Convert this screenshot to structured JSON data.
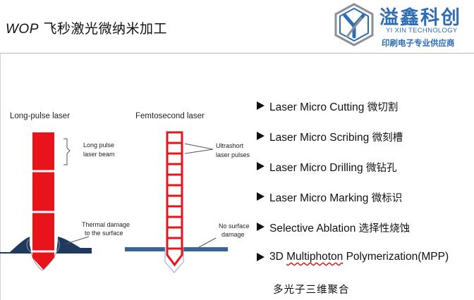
{
  "header": {
    "title_latin": "WOP",
    "title_cjk": "飞秒激光微纳米加工"
  },
  "brand": {
    "name": "溢鑫科创",
    "name_en": "YI XIN TECHNOLOGY",
    "tagline": "印刷电子专业供应商",
    "logo_icon": "yx-hexagon-logo-icon",
    "colors": {
      "primary": "#2e6db4",
      "logo_gray": "#8a8f98"
    }
  },
  "diagram": {
    "long_pulse": {
      "title": "Long-pulse laser",
      "beam_label_1": "Long pulse",
      "beam_label_2": "laser beam",
      "damage_label_1": "Thermal damage",
      "damage_label_2": "to the surface"
    },
    "femtosecond": {
      "title": "Femtosecond laser",
      "pulse_label_1": "Ultrashort",
      "pulse_label_2": "laser pulses",
      "damage_label_1": "No surface",
      "damage_label_2": "damage"
    },
    "colors": {
      "beam": "#e8141c",
      "surface": "#1f3a5c",
      "surface_line": "#3a6496"
    }
  },
  "applications": [
    {
      "en": "Laser Micro Cutting",
      "zh": "微切割"
    },
    {
      "en": "Laser Micro Scribing",
      "zh": "微刻槽"
    },
    {
      "en": "Laser Micro Drilling",
      "zh": "微钻孔"
    },
    {
      "en": "Laser Micro Marking",
      "zh": "微标识"
    },
    {
      "en": "Selective Ablation",
      "zh": "选择性烧蚀"
    },
    {
      "en_pre": "3D ",
      "en_mid": "Multiphoton",
      "en_post": " Polymerization(MPP)",
      "zh": "多光子三维聚合"
    }
  ]
}
